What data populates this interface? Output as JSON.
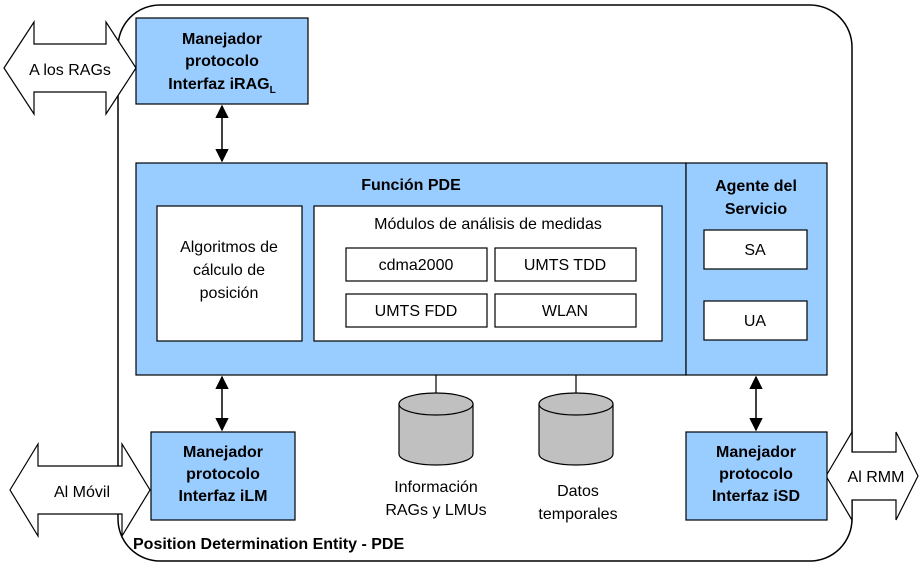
{
  "entity_label": "Position Determination Entity - PDE",
  "handler_irag": {
    "line1": "Manejador",
    "line2": "protocolo",
    "line3": "Interfaz iRAG",
    "line3_sub": "L"
  },
  "handler_ilm": {
    "line1": "Manejador",
    "line2": "protocolo",
    "line3": "Interfaz iLM"
  },
  "handler_isd": {
    "line1": "Manejador",
    "line2": "protocolo",
    "line3": "Interfaz iSD"
  },
  "funcion_pde": {
    "title": "Función PDE",
    "algorithms": {
      "line1": "Algoritmos de",
      "line2": "cálculo de",
      "line3": "posición"
    },
    "modules": {
      "title": "Módulos de análisis de medidas",
      "items": [
        "cdma2000",
        "UMTS TDD",
        "UMTS FDD",
        "WLAN"
      ]
    }
  },
  "agente": {
    "line1": "Agente del",
    "line2": "Servicio",
    "sa": "SA",
    "ua": "UA"
  },
  "external": {
    "rags": "A los RAGs",
    "movil": "Al Móvil",
    "rmm": "Al RMM"
  },
  "databases": {
    "info": {
      "line1": "Información",
      "line2": "RAGs y LMUs"
    },
    "temp": {
      "line1": "Datos",
      "line2": "temporales"
    }
  },
  "colors": {
    "box_fill": "#99ccff",
    "db_fill": "#c0c0c0",
    "stroke": "#000000"
  }
}
